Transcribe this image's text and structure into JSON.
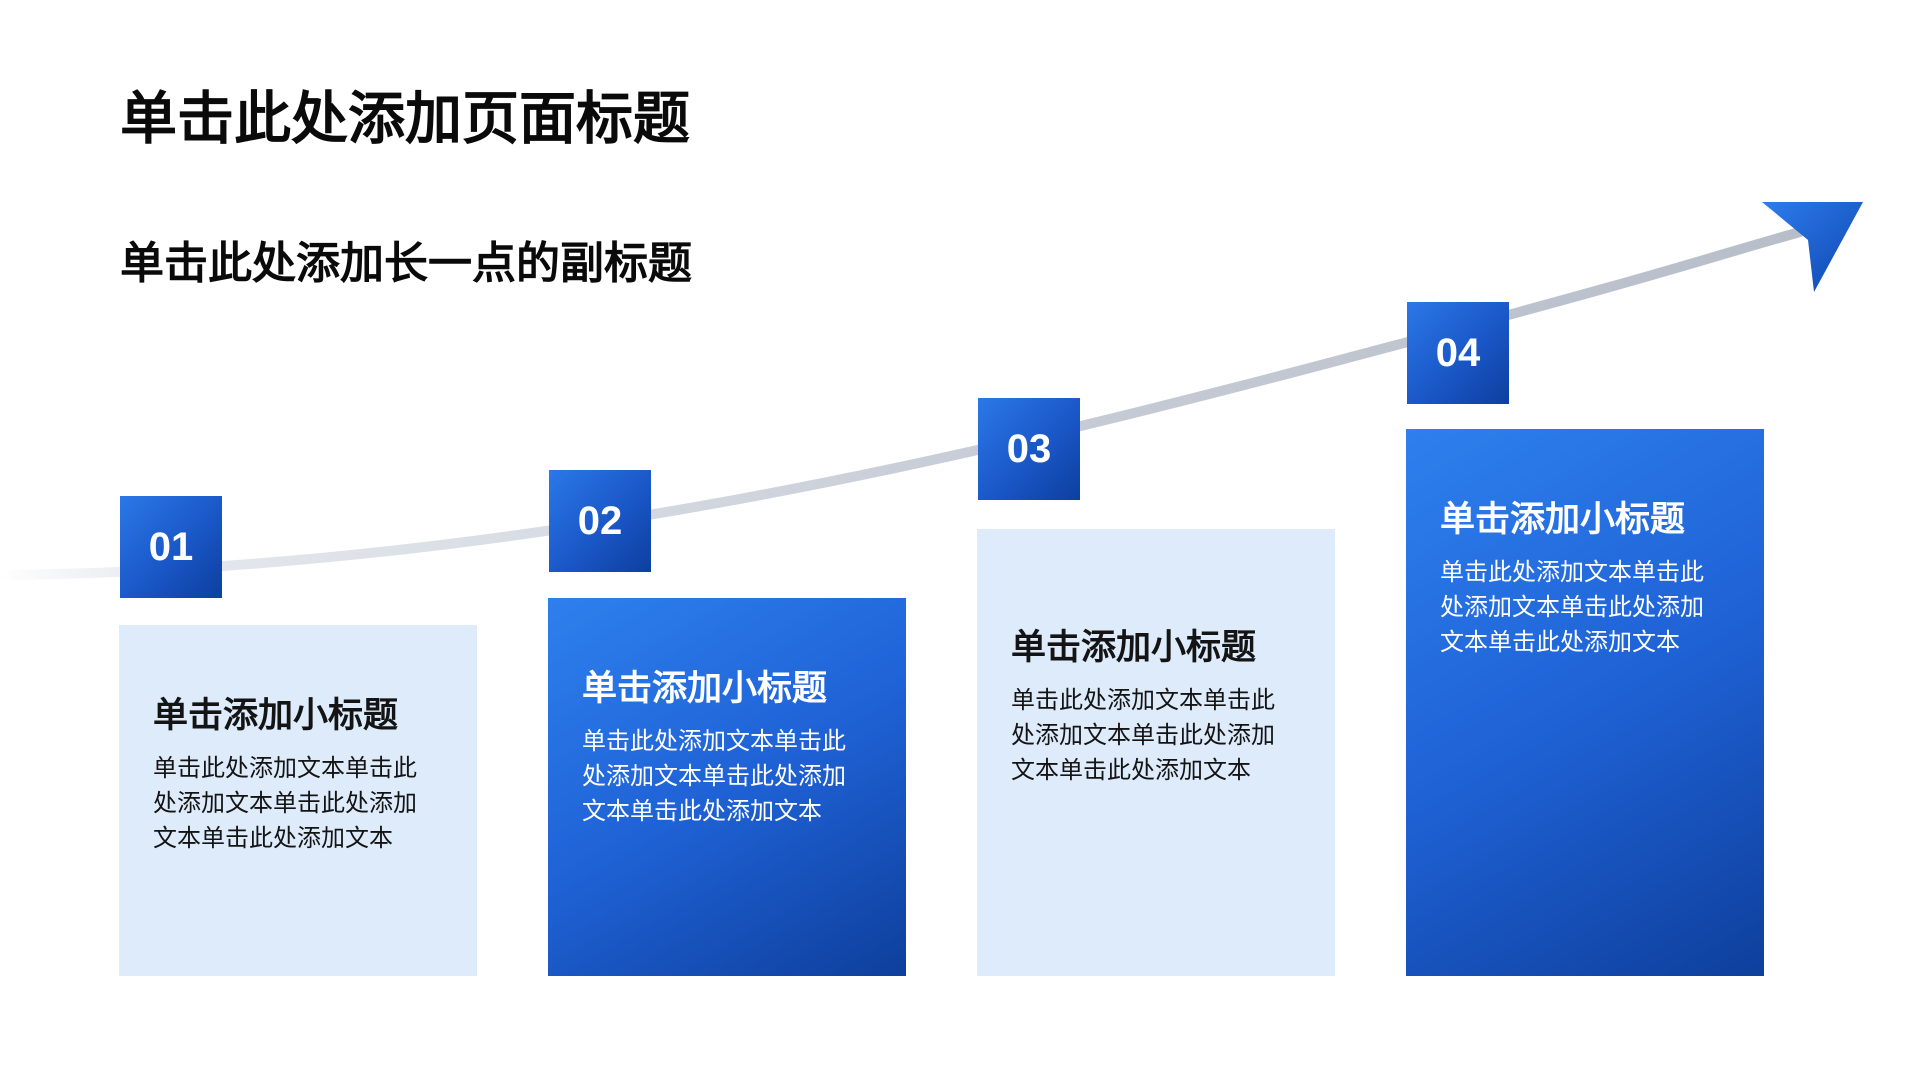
{
  "header": {
    "title": "单击此处添加页面标题",
    "subtitle": "单击此处添加长一点的副标题"
  },
  "steps": [
    {
      "number": "01",
      "title": "单击添加小标题",
      "text": "单击此处添加文本单击此处添加文本单击此处添加文本单击此处添加文本"
    },
    {
      "number": "02",
      "title": "单击添加小标题",
      "text": "单击此处添加文本单击此处添加文本单击此处添加文本单击此处添加文本"
    },
    {
      "number": "03",
      "title": "单击添加小标题",
      "text": "单击此处添加文本单击此处添加文本单击此处添加文本单击此处添加文本"
    },
    {
      "number": "04",
      "title": "单击添加小标题",
      "text": "单击此处添加文本单击此处添加文本单击此处添加文本单击此处添加文本"
    }
  ],
  "colors": {
    "accent": "#1f62d6",
    "accent_dark": "#0e3f9c",
    "light_card": "#deebfb",
    "curve": "#c3c9d3"
  }
}
